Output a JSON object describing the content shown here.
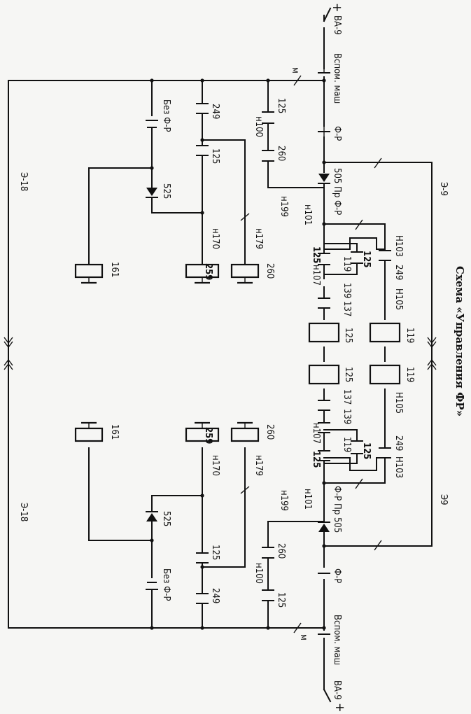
{
  "title": "Схема «Управления ФР»",
  "labels": {
    "va9": "ВА-9",
    "plus": "+",
    "vspom": "Вспом. маш",
    "m": "м",
    "fr": "Ф-Р",
    "bez_fr": "Без Ф-Р",
    "pr_505": "505 Пр Ф-Р",
    "pr_505_r": "Ф-Р Пр 505",
    "n101": "н101",
    "n199": "н199",
    "n100": "н100",
    "n170": "н170",
    "n179": "н179",
    "n107": "н107",
    "H103": "Н103",
    "H105": "Н105",
    "c249": "249",
    "c125": "125",
    "c260": "260",
    "c525": "525",
    "c119": "119",
    "c139": "139",
    "c137": "137",
    "c161": "161",
    "c259": "259",
    "e318": "Э-18",
    "e39_top": "Э-9",
    "e39_bot": "Э9"
  }
}
